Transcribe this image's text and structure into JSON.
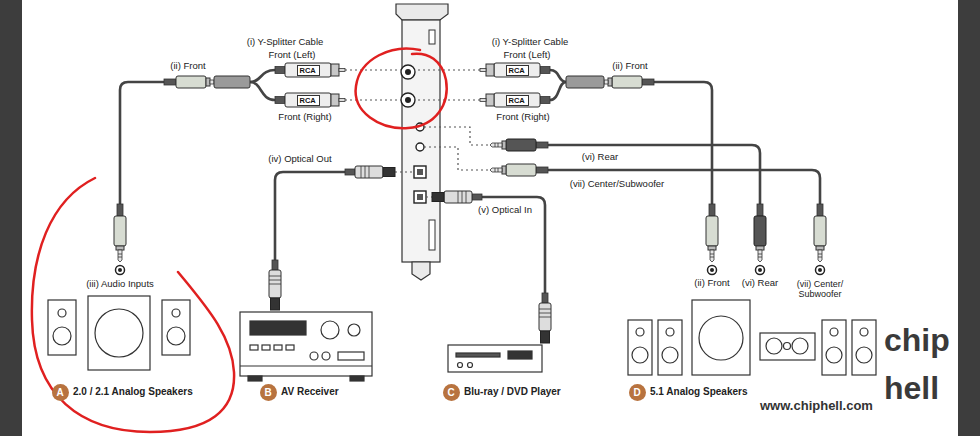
{
  "diagram": {
    "nodes": [
      {
        "text": [
          "RCA"
        ]
      },
      {
        "text": [
          "RCA"
        ]
      },
      {
        "text": [
          "RCA"
        ]
      },
      {
        "text": [
          "RCA"
        ]
      },
      {
        "text": [
          "A"
        ]
      },
      {
        "text": [
          "B"
        ]
      },
      {
        "text": [
          "C"
        ]
      },
      {
        "text": [
          "D"
        ]
      }
    ],
    "labels": [
      "(i) Y-Splitter Cable",
      "(i) Y-Splitter Cable",
      "Front (Left)",
      "Front (Left)",
      "(ii) Front",
      "(ii) Front",
      "Front (Right)",
      "Front (Right)",
      "(vi) Rear",
      "(iv) Optical Out",
      "(vii) Center/Subwoofer",
      "(v) Optical In",
      "(ii) Front",
      "(vi) Rear",
      "(vii) Center/ Subwoofer",
      "(iii) Audio Inputs",
      "2.0 / 2.1 Analog Speakers",
      "AV Receiver",
      "Blu-ray / DVD Player",
      "5.1 Analog Speakers",
      "www.chiphell.com",
      "chip",
      "hell"
    ]
  }
}
